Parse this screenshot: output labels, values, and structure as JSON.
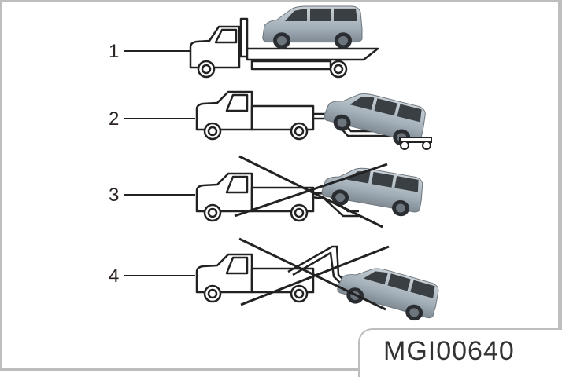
{
  "figure": {
    "items": [
      {
        "number": "1",
        "label": "flatbed-tow-truck",
        "allowed": true
      },
      {
        "number": "2",
        "label": "wheel-lift-with-dolly",
        "allowed": true
      },
      {
        "number": "3",
        "label": "wheel-lift-rear-wheels-on-ground",
        "allowed": false
      },
      {
        "number": "4",
        "label": "sling-hook-tow",
        "allowed": false
      }
    ],
    "code": "MGI00640"
  },
  "colors": {
    "frame": "#bdbdbd",
    "line": "#222222",
    "car_body": "#a9b4bc",
    "car_dark": "#3a3f44"
  }
}
